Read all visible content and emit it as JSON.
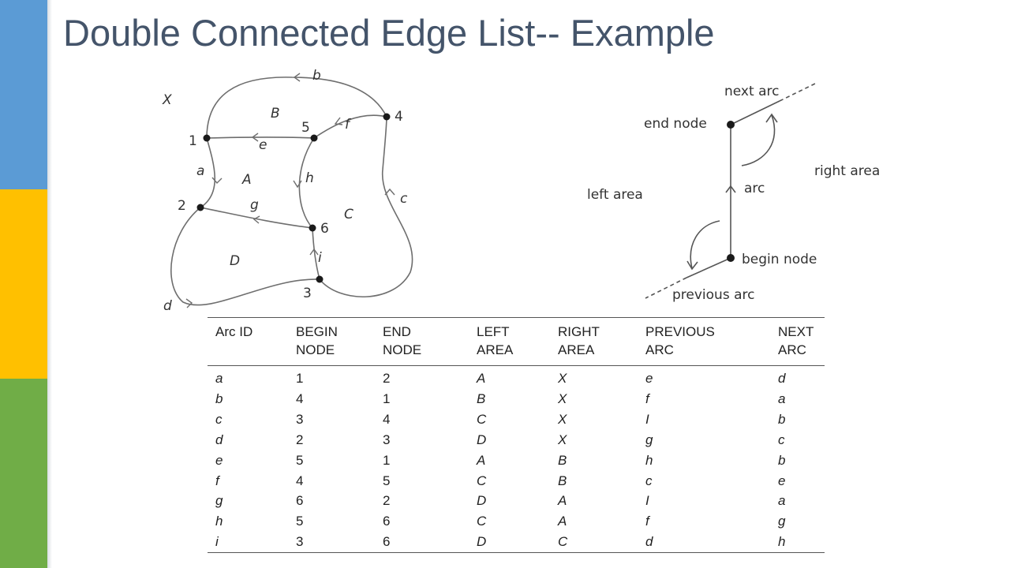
{
  "slide": {
    "title": "Double Connected Edge List-- Example",
    "colors": {
      "blue": "#5b9bd5",
      "yellow": "#ffc000",
      "green": "#70ad47",
      "title": "#44546a"
    }
  },
  "graph": {
    "outer_area": "X",
    "nodes": [
      "1",
      "2",
      "3",
      "4",
      "5",
      "6"
    ],
    "arcs": [
      "a",
      "b",
      "c",
      "d",
      "e",
      "f",
      "g",
      "h",
      "i"
    ],
    "areas": [
      "A",
      "B",
      "C",
      "D"
    ]
  },
  "legend": {
    "next_arc": "next arc",
    "end_node": "end node",
    "right_area": "right area",
    "arc": "arc",
    "left_area": "left area",
    "begin_node": "begin node",
    "previous_arc": "previous arc"
  },
  "table": {
    "headers": [
      [
        "Arc ID",
        ""
      ],
      [
        "BEGIN",
        "NODE"
      ],
      [
        "END",
        "NODE"
      ],
      [
        "LEFT",
        "AREA"
      ],
      [
        "RIGHT",
        "AREA"
      ],
      [
        "PREVIOUS",
        "ARC"
      ],
      [
        "NEXT",
        "ARC"
      ]
    ],
    "rows": [
      [
        "a",
        "1",
        "2",
        "A",
        "X",
        "e",
        "d"
      ],
      [
        "b",
        "4",
        "1",
        "B",
        "X",
        "f",
        "a"
      ],
      [
        "c",
        "3",
        "4",
        "C",
        "X",
        "I",
        "b"
      ],
      [
        "d",
        "2",
        "3",
        "D",
        "X",
        "g",
        "c"
      ],
      [
        "e",
        "5",
        "1",
        "A",
        "B",
        "h",
        "b"
      ],
      [
        "f",
        "4",
        "5",
        "C",
        "B",
        "c",
        "e"
      ],
      [
        "g",
        "6",
        "2",
        "D",
        "A",
        "I",
        "a"
      ],
      [
        "h",
        "5",
        "6",
        "C",
        "A",
        "f",
        "g"
      ],
      [
        "i",
        "3",
        "6",
        "D",
        "C",
        "d",
        "h"
      ]
    ]
  }
}
